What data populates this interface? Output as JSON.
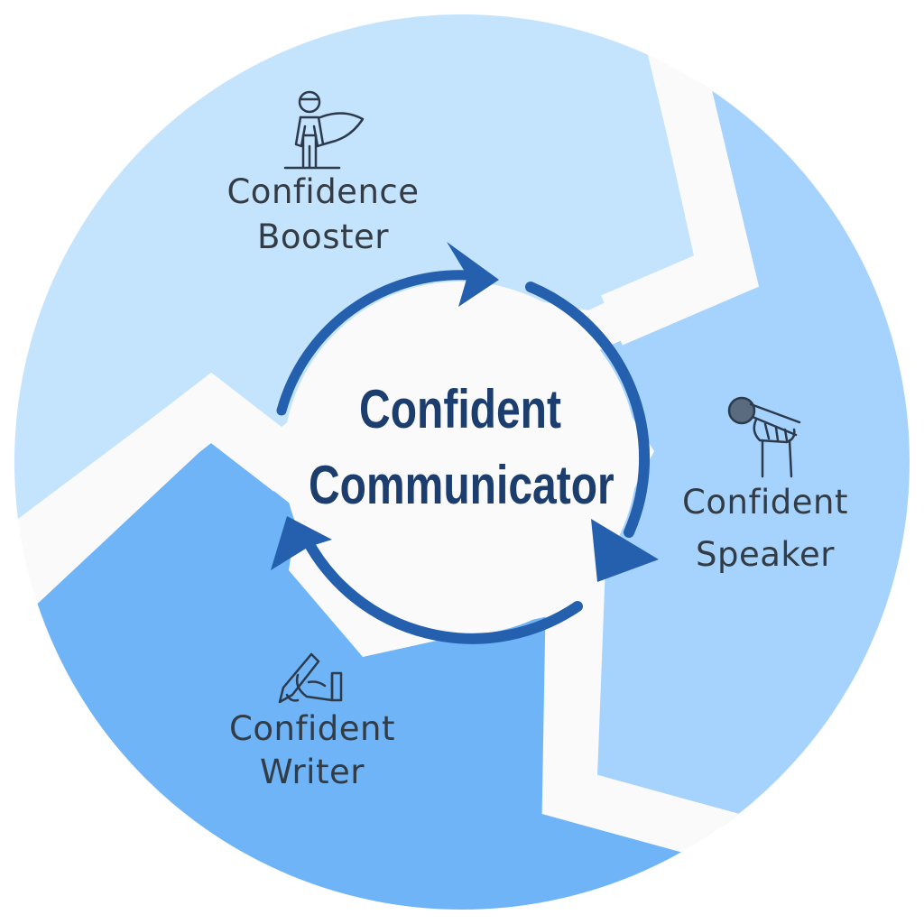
{
  "center": {
    "line1": "Confident",
    "line2": "Communicator"
  },
  "segments": [
    {
      "line1": "Confidence",
      "line2": "Booster",
      "icon": "superhero-icon"
    },
    {
      "line1": "Confident",
      "line2": "Speaker",
      "icon": "microphone-hand-icon"
    },
    {
      "line1": "Confident",
      "line2": "Writer",
      "icon": "writing-hand-icon"
    }
  ],
  "colors": {
    "segment_top": "#c4e3fd",
    "segment_right": "#a5d3fd",
    "segment_bottom": "#6eb4f7",
    "divider": "#fafafa",
    "arrow": "#2460ad",
    "center_text": "#1b3e6e",
    "label_text": "#333b44",
    "icon_stroke": "#2c3a4c"
  }
}
